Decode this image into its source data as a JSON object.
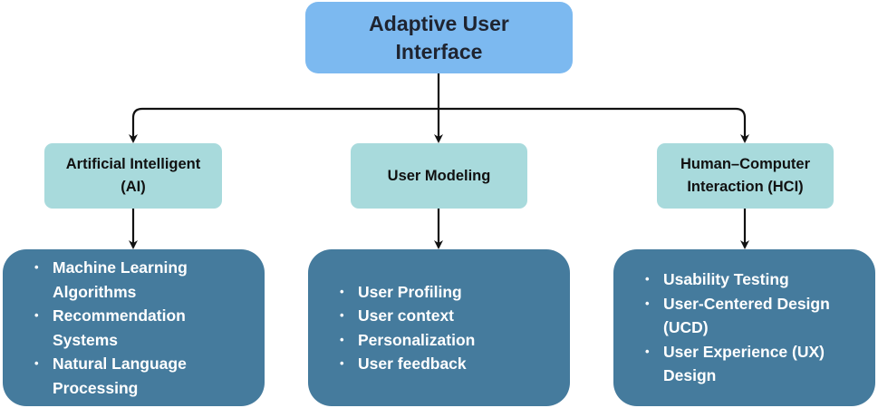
{
  "root": {
    "line1": "Adaptive User",
    "line2": "Interface"
  },
  "branches": [
    {
      "label_lines": [
        "Artificial Intelligent",
        "(AI)"
      ],
      "items": [
        [
          "Machine Learning",
          "Algorithms"
        ],
        [
          "Recommendation",
          "Systems"
        ],
        [
          "Natural Language",
          "Processing"
        ]
      ]
    },
    {
      "label_lines": [
        "User Modeling"
      ],
      "items": [
        [
          "User Profiling"
        ],
        [
          "User context"
        ],
        [
          "Personalization"
        ],
        [
          "User feedback"
        ]
      ]
    },
    {
      "label_lines": [
        "Human–Computer",
        "Interaction (HCI)"
      ],
      "items": [
        [
          "Usability Testing"
        ],
        [
          "User-Centered Design",
          "(UCD)"
        ],
        [
          "User Experience (UX)",
          "Design"
        ]
      ]
    }
  ],
  "colors": {
    "root_fill": "#7cb9f0",
    "branch_fill": "#a8dadc",
    "leaf_fill": "#457b9d",
    "connector": "#111111"
  }
}
